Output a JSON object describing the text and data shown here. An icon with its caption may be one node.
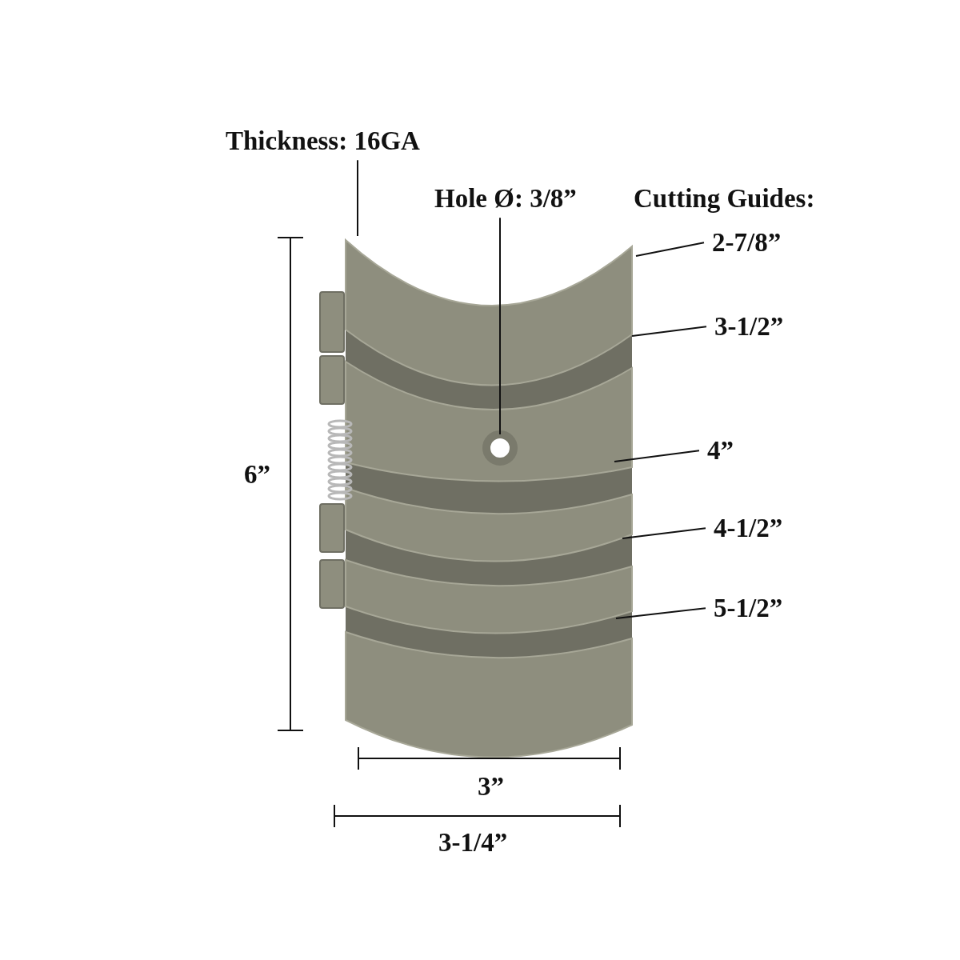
{
  "diagram": {
    "nodes": [
      {
        "text": [
          "Thickness: 16GA"
        ]
      },
      {
        "text": [
          "Hole Ø: 3/8”"
        ]
      },
      {
        "text": [],
        "shape": "circle"
      },
      {
        "text": [
          "2-7/8”"
        ]
      },
      {
        "text": [
          "3-1/2”"
        ]
      },
      {
        "text": [
          "4”"
        ]
      },
      {
        "text": [
          "4-1/2”"
        ]
      },
      {
        "text": [
          "5-1/2”"
        ]
      }
    ],
    "edges": [
      {
        "from": 0,
        "to": null,
        "arrow": "none"
      },
      {
        "from": 1,
        "to": 2,
        "arrow": "none"
      },
      {
        "from": 3,
        "to": null,
        "arrow": "none"
      },
      {
        "from": 4,
        "to": null,
        "arrow": "none"
      },
      {
        "from": 5,
        "to": null,
        "arrow": "none"
      },
      {
        "from": 6,
        "to": null,
        "arrow": "none"
      },
      {
        "from": 7,
        "to": null,
        "arrow": "none"
      }
    ],
    "labels": [
      "Cutting Guides:",
      "6”",
      "3”",
      "3-1/4”"
    ]
  }
}
